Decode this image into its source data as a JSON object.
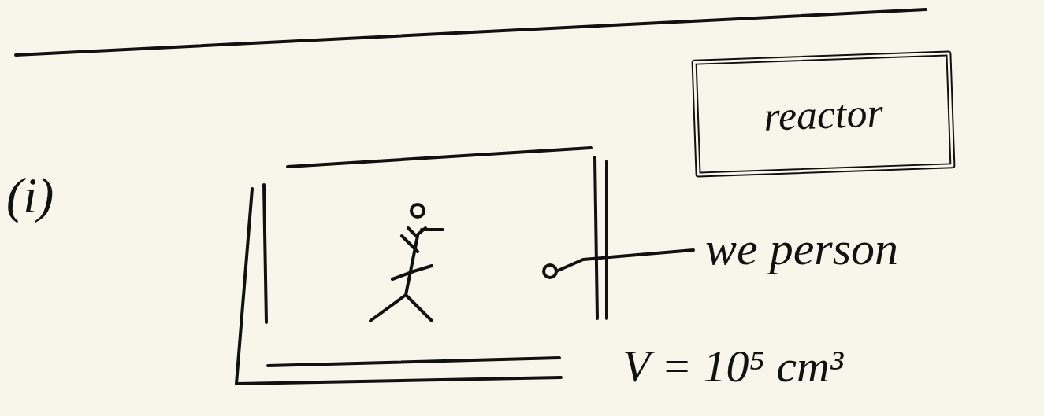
{
  "diagram": {
    "nodes": [
      {
        "text": [
          "reactor"
        ]
      }
    ],
    "labels": [
      "(i)",
      "we person",
      "V = 10⁵ cm³"
    ]
  }
}
